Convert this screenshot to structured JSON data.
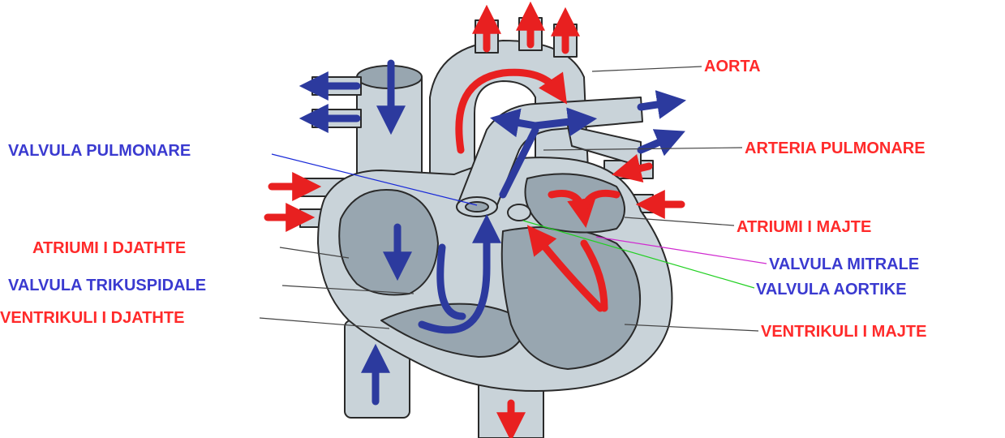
{
  "labels": {
    "aorta": "AORTA",
    "arteria_pulmonare": "ARTERIA PULMONARE",
    "atriumi_majte": "ATRIUMI I MAJTE",
    "valvula_mitrale": "VALVULA MITRALE",
    "valvula_aortike": "VALVULA AORTIKE",
    "ventrikuli_majte": "VENTRIKULI I MAJTE",
    "valvula_pulmonare": "VALVULA PULMONARE",
    "atriumi_djathte": "ATRIUMI I DJATHTE",
    "valvula_trikuspidale": "VALVULA TRIKUSPIDALE",
    "ventrikuli_djathte": "VENTRIKULI I DJATHTE"
  },
  "colors": {
    "red_label": "#ff2a2a",
    "blue_label": "#3a3ad0",
    "oxygenated": "#e82020",
    "deoxygenated": "#2c3a9e",
    "tissue": "#c9d3d9",
    "chamber": "#98a6b0",
    "outline": "#2a2a2a",
    "leader_pulmonare": "#1a2ad8",
    "leader_mitrale": "#d02ad0",
    "leader_aortike": "#22d022"
  }
}
